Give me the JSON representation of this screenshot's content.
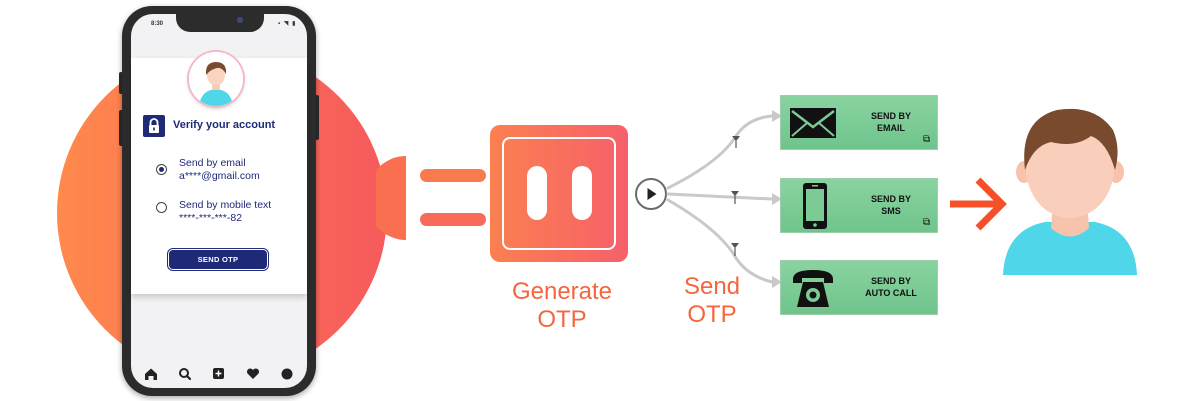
{
  "phone": {
    "status_time": "8:30",
    "status_icons": "▪ ◥ ▮",
    "title": "Verify your account",
    "options": [
      {
        "line1": "Send by email",
        "line2": "a****@gmail.com",
        "selected": true
      },
      {
        "line1": "Send by mobile text",
        "line2": "****-***-***-82",
        "selected": false
      }
    ],
    "button_label": "SEND OTP",
    "nav_icons": [
      "home-icon",
      "search-icon",
      "add-icon",
      "heart-icon",
      "profile-icon"
    ]
  },
  "generate": {
    "line1": "Generate",
    "line2": "OTP"
  },
  "send": {
    "line1": "Send",
    "line2": "OTP"
  },
  "channels": [
    {
      "line1": "SEND BY",
      "line2": "EMAIL",
      "icon": "envelope-icon",
      "copy": true
    },
    {
      "line1": "SEND BY",
      "line2": "SMS",
      "icon": "mobile-phone-icon",
      "copy": true
    },
    {
      "line1": "SEND BY",
      "line2": "AUTO CALL",
      "icon": "telephone-icon",
      "copy": false
    }
  ],
  "colors": {
    "accent_orange": "#f5653e",
    "navy": "#1e2a78",
    "green": "#7ccb96",
    "person_shirt": "#4fd6e8"
  }
}
